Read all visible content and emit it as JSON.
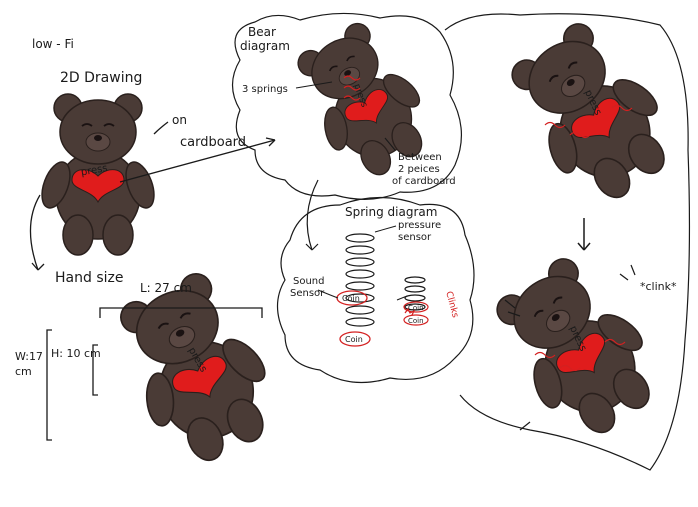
{
  "colors": {
    "bear_fur": "#4a3b36",
    "bear_outline": "#2a201d",
    "heart": "#e01c1c",
    "ink": "#1a1a1a",
    "annotation_red": "#d42020",
    "background": "#ffffff"
  },
  "labels": {
    "title": "low - Fi",
    "drawing_2d": "2D Drawing",
    "on": "on",
    "cardboard": "cardboard",
    "hand_size": "Hand size",
    "length": "L: 27 cm",
    "height": "H: 10 cm",
    "width_w": "W:17",
    "width_cm": "cm",
    "bear_diagram_1": "Bear",
    "bear_diagram_2": "diagram",
    "three_springs": "3 springs",
    "between_1": "Between",
    "between_2": "2 peices",
    "between_3": "of cardboard",
    "spring_diagram": "Spring diagram",
    "pressure_1": "pressure",
    "pressure_2": "sensor",
    "sound_1": "Sound",
    "sound_2": "Sensor",
    "coin": "Coin",
    "clinks": "Clinks",
    "clink_sfx": "*clink*",
    "heart_text": "press"
  }
}
